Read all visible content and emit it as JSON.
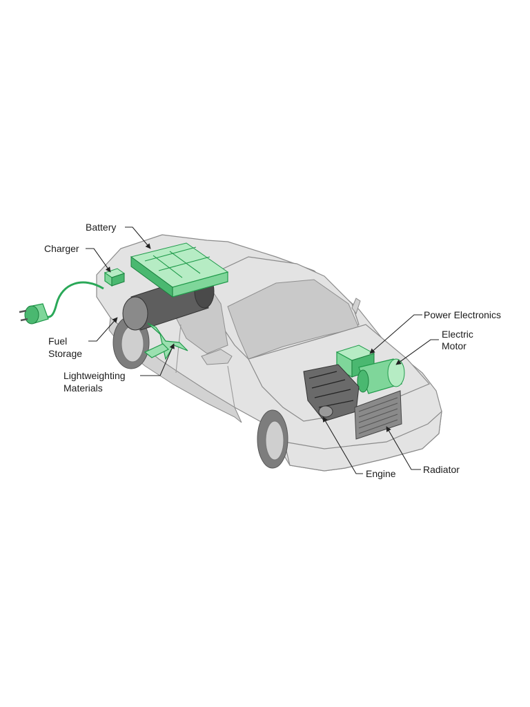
{
  "labels": {
    "battery": "Battery",
    "charger": "Charger",
    "fuel_storage_1": "Fuel",
    "fuel_storage_2": "Storage",
    "lightweighting_1": "Lightweighting",
    "lightweighting_2": "Materials",
    "power_electronics": "Power Electronics",
    "electric_motor_1": "Electric",
    "electric_motor_2": "Motor",
    "engine": "Engine",
    "radiator": "Radiator"
  },
  "colors": {
    "highlight_green": "#7fd69a",
    "highlight_stroke": "#1f9a4a",
    "car_body": "#e3e3e3",
    "car_outline": "#8a8a8a"
  }
}
